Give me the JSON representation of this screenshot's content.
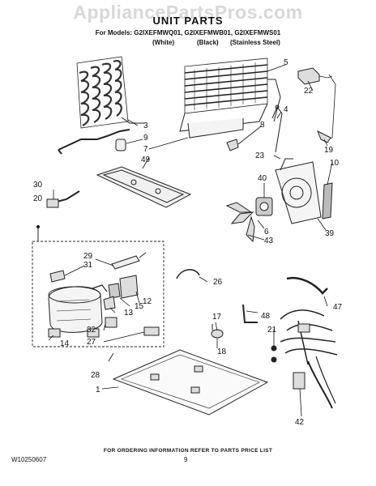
{
  "watermark": "AppliancePartsPros.com",
  "title": "UNIT PARTS",
  "models": "For Models: G2IXEFMWQ01, G2IXEFMWB01, G2IXEFMWS01",
  "finishes": [
    "(White)",
    "(Black)",
    "(Stainless Steel)"
  ],
  "callouts": [
    "3",
    "9",
    "7",
    "49",
    "5",
    "22",
    "4",
    "8",
    "23",
    "19",
    "10",
    "40",
    "6",
    "43",
    "39",
    "30",
    "20",
    "29",
    "31",
    "26",
    "12",
    "15",
    "13",
    "32",
    "27",
    "14",
    "28",
    "17",
    "18",
    "48",
    "21",
    "47",
    "1",
    "42"
  ],
  "footer_note": "FOR ORDERING INFORMATION REFER TO PARTS PRICE LIST",
  "doc_number": "W10250607",
  "page_number": "9"
}
